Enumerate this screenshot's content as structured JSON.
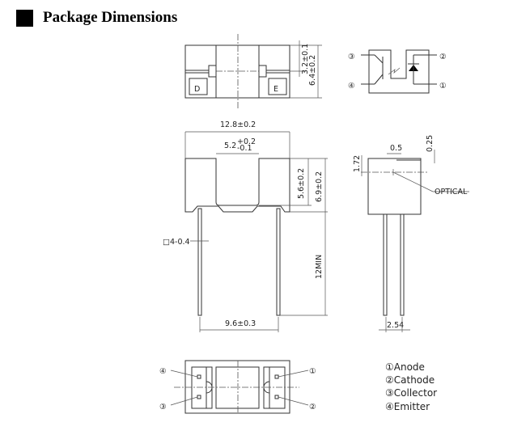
{
  "section": {
    "title": "Package Dimensions"
  },
  "top_view": {
    "mark_left": "D",
    "mark_right": "E",
    "dim_slot_height": "3.2±0.1",
    "dim_depth": "6.4±0.2"
  },
  "schematic": {
    "pins": [
      "③",
      "④",
      "②",
      "①"
    ]
  },
  "front_view": {
    "dim_width": "12.8±0.2",
    "dim_slot_width_base": "5.2",
    "dim_slot_tol_plus": "+0.2",
    "dim_slot_tol_minus": "-0.1",
    "dim_slot_depth": "5.6±0.2",
    "dim_height": "6.9±0.2",
    "dim_lead_length": "12MIN",
    "dim_lead": "□4-0.4",
    "dim_pitch": "9.6±0.3"
  },
  "side_view": {
    "dim_aperture": "0.5",
    "dim_offset": "0.25",
    "dim_center": "1.72",
    "optical_label": "OPTICAL",
    "dim_lead_pitch": "2.54"
  },
  "bottom_view": {
    "pins": [
      "④",
      "③",
      "①",
      "②"
    ]
  },
  "legend": [
    {
      "num": "①",
      "label": "Anode"
    },
    {
      "num": "②",
      "label": "Cathode"
    },
    {
      "num": "③",
      "label": "Collector"
    },
    {
      "num": "④",
      "label": "Emitter"
    }
  ]
}
